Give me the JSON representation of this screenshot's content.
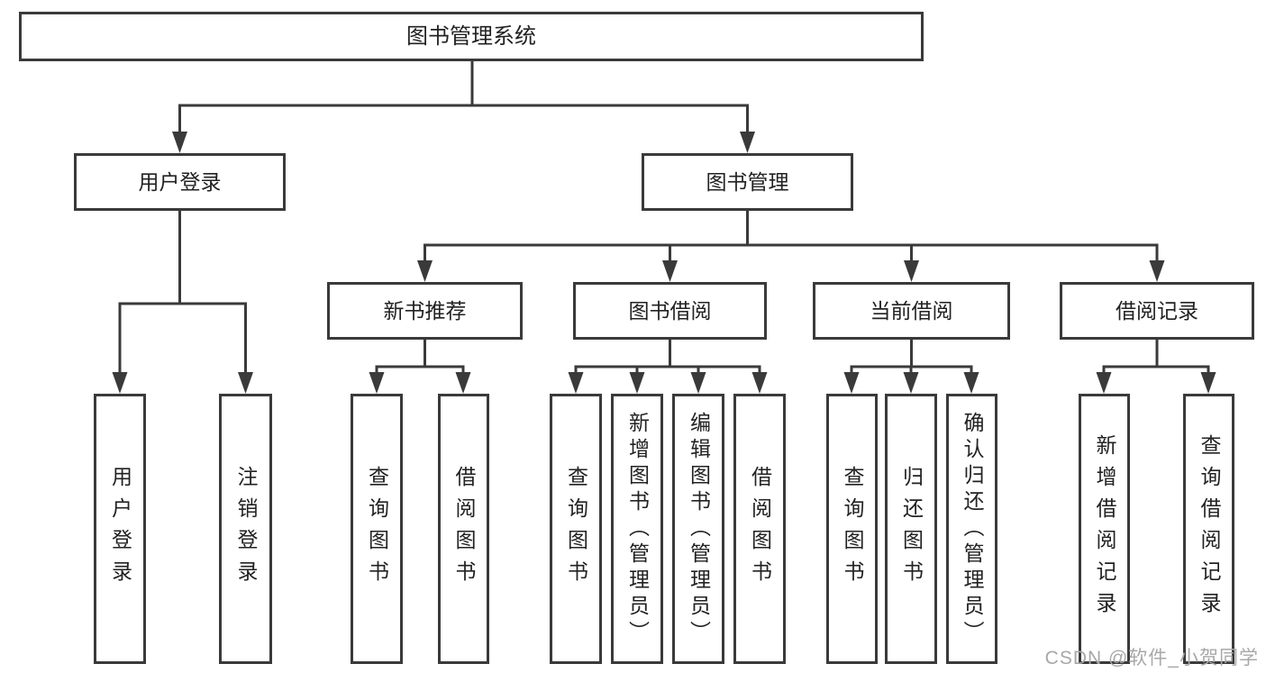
{
  "diagram_title": "图书管理系统",
  "nodes": {
    "root": "图书管理系统",
    "user_login": "用户登录",
    "book_mgmt": "图书管理",
    "new_book_rec": "新书推荐",
    "book_borrow": "图书借阅",
    "current_borrow": "当前借阅",
    "borrow_record": "借阅记录",
    "ul_user_login": "用户登录",
    "ul_logout": "注销登录",
    "nb_query_book": "查询图书",
    "nb_borrow_book": "借阅图书",
    "bb_query_book": "查询图书",
    "bb_add_book": "新增图书（管理员）",
    "bb_edit_book": "编辑图书（管理员）",
    "bb_borrow_book": "借阅图书",
    "cb_query_book": "查询图书",
    "cb_return_book": "归还图书",
    "cb_confirm_return": "确认归还（管理员）",
    "br_add_record": "新增借阅记录",
    "br_query_record": "查询借阅记录"
  },
  "hierarchy": {
    "图书管理系统": [
      "用户登录",
      "图书管理"
    ],
    "用户登录": [
      "用户登录",
      "注销登录"
    ],
    "图书管理": [
      "新书推荐",
      "图书借阅",
      "当前借阅",
      "借阅记录"
    ],
    "新书推荐": [
      "查询图书",
      "借阅图书"
    ],
    "图书借阅": [
      "查询图书",
      "新增图书（管理员）",
      "编辑图书（管理员）",
      "借阅图书"
    ],
    "当前借阅": [
      "查询图书",
      "归还图书",
      "确认归还（管理员）"
    ],
    "借阅记录": [
      "新增借阅记录",
      "查询借阅记录"
    ]
  },
  "watermark": "CSDN @软件_小贺同学",
  "colors": {
    "line": "#3a3a3a",
    "box_border": "#3a3a3a",
    "text": "#222222",
    "watermark": "#a8a8a8",
    "background": "#ffffff"
  }
}
